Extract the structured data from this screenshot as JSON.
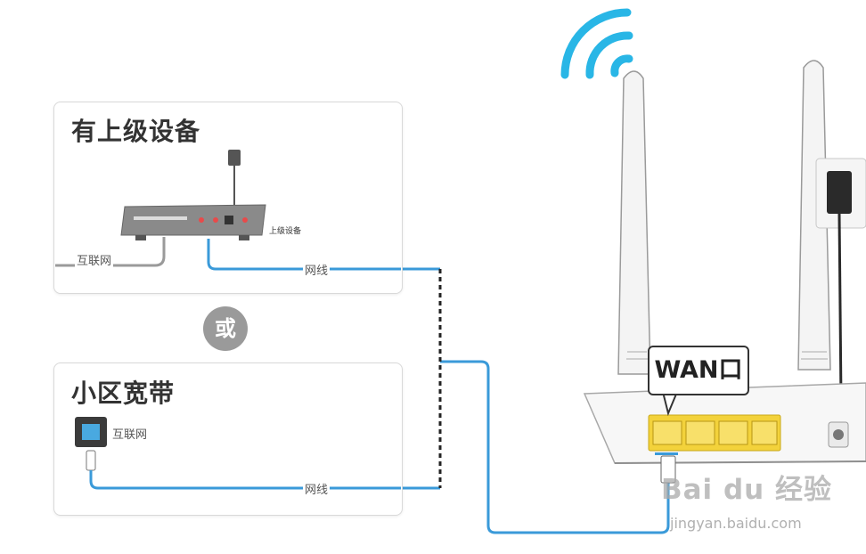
{
  "scenario_upper": {
    "title": "有上级设备",
    "device_label": "上级设备",
    "internet_label": "互联网",
    "cable_label": "网线"
  },
  "or_label": "或",
  "scenario_broadband": {
    "title": "小区宽带",
    "internet_label": "互联网",
    "cable_label": "网线"
  },
  "router": {
    "wan_callout": "WAN口"
  },
  "watermark": {
    "brand": "Bai du 经验",
    "url": "jingyan.baidu.com"
  },
  "colors": {
    "cable_blue": "#3a9ad9",
    "wifi_blue": "#29b6e6",
    "port_yellow": "#f3d23b",
    "router_white": "#f7f7f7",
    "device_gray": "#8a8a8a"
  }
}
